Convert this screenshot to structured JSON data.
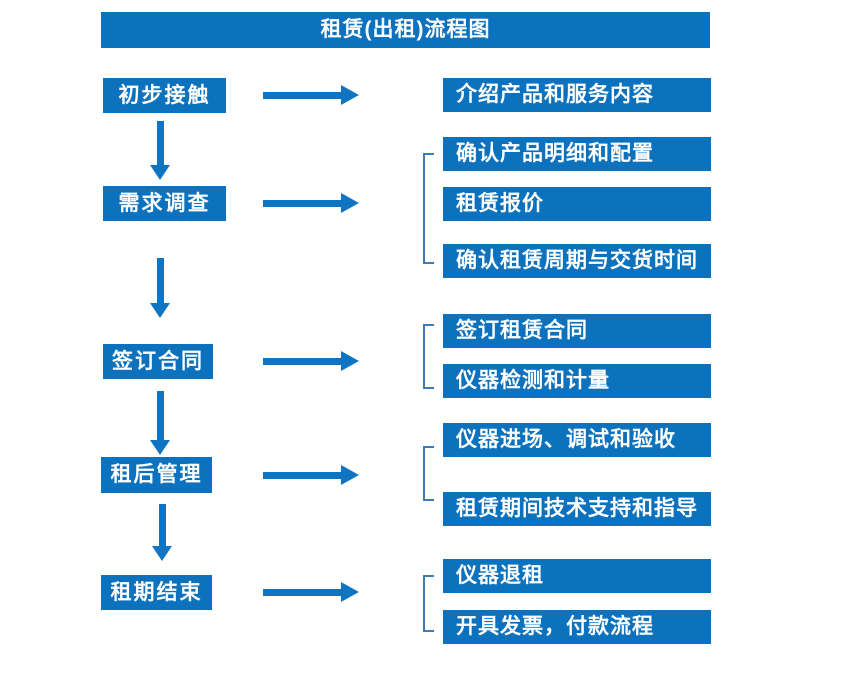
{
  "title": "租赁(出租)流程图",
  "colors": {
    "box_blue": "#0d72bd",
    "arrow_blue": "#0f74c1",
    "bracket_blue": "#3d7ab8",
    "text_white": "#ffffff"
  },
  "flow": [
    {
      "step": "初步接触",
      "details": [
        "介绍产品和服务内容"
      ]
    },
    {
      "step": "需求调查",
      "details": [
        "确认产品明细和配置",
        "租赁报价",
        "确认租赁周期与交货时间"
      ]
    },
    {
      "step": "签订合同",
      "details": [
        "签订租赁合同",
        "仪器检测和计量"
      ]
    },
    {
      "step": "租后管理",
      "details": [
        "仪器进场、调试和验收",
        "租赁期间技术支持和指导"
      ]
    },
    {
      "step": "租期结束",
      "details": [
        "仪器退租",
        "开具发票，付款流程"
      ]
    }
  ]
}
